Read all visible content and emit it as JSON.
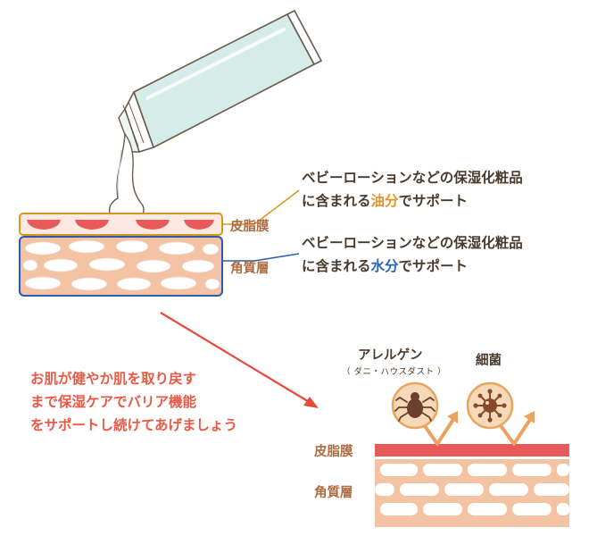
{
  "callouts": {
    "oil": {
      "line1": "ベビーローションなどの保湿化粧品",
      "pre": "に含まれる",
      "highlight": "油分",
      "post": "でサポート"
    },
    "water": {
      "line1": "ベビーローションなどの保湿化粧品",
      "pre": "に含まれる",
      "highlight": "水分",
      "post": "でサポート"
    }
  },
  "labels": {
    "sebum_top": "皮脂膜",
    "stratum_top": "角質層",
    "sebum_bottom": "皮脂膜",
    "stratum_bottom": "角質層"
  },
  "message": {
    "line1": "お肌が健やか肌を取り戻す",
    "line2": "まで保湿ケアでバリア機能",
    "line3": "をサポートし続けてあげましょう"
  },
  "threats": {
    "allergen": {
      "title": "アレルゲン",
      "sub": "（ ダニ・ハウスダスト ）",
      "icon": "mite-icon"
    },
    "bacteria": {
      "title": "細菌",
      "icon": "germ-icon"
    }
  },
  "colors": {
    "oil_accent": "#e8931e",
    "water_accent": "#2b63b8",
    "sebum": "#e85a5a",
    "stratum": "#f3c3a4",
    "arrow_red": "#e84a3a",
    "threat_circle": "#f6d9b8"
  }
}
